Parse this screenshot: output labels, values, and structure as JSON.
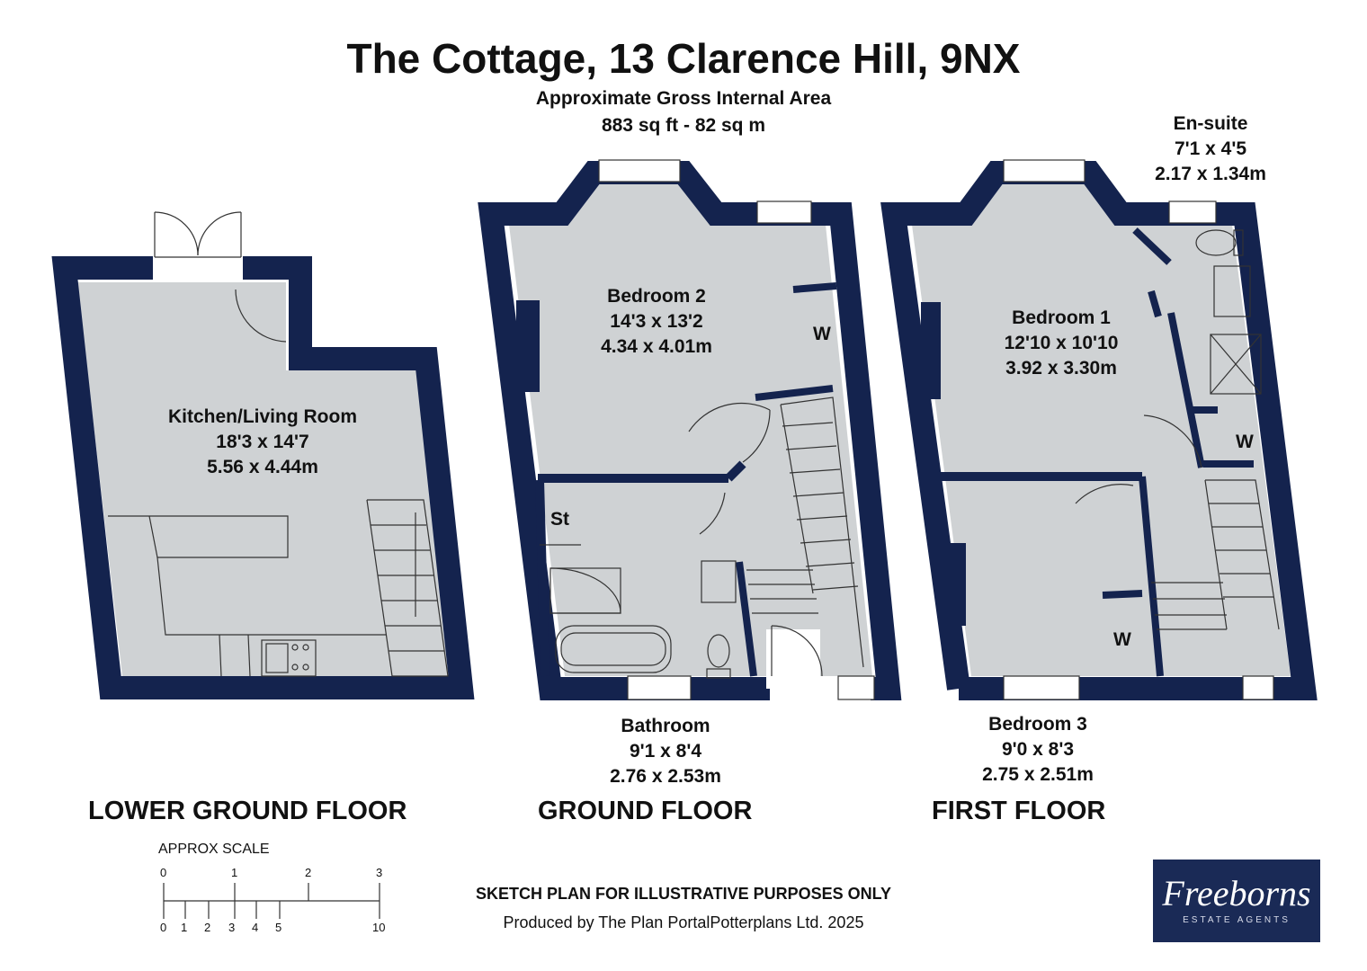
{
  "header": {
    "title": "The Cottage, 13 Clarence Hill, 9NX",
    "area_label": "Approximate Gross Internal Area",
    "area_value": "883 sq ft - 82 sq m"
  },
  "rooms": {
    "kitchen": {
      "name": "Kitchen/Living Room",
      "imperial": "18'3 x 14'7",
      "metric": "5.56 x 4.44m"
    },
    "bedroom2": {
      "name": "Bedroom 2",
      "imperial": "14'3 x 13'2",
      "metric": "4.34 x 4.01m"
    },
    "bathroom": {
      "name": "Bathroom",
      "imperial": "9'1 x 8'4",
      "metric": "2.76 x 2.53m"
    },
    "bedroom1": {
      "name": "Bedroom 1",
      "imperial": "12'10 x 10'10",
      "metric": "3.92 x 3.30m"
    },
    "ensuite": {
      "name": "En-suite",
      "imperial": "7'1 x 4'5",
      "metric": "2.17 x 1.34m"
    },
    "bedroom3": {
      "name": "Bedroom 3",
      "imperial": "9'0 x 8'3",
      "metric": "2.75 x 2.51m"
    }
  },
  "small_labels": {
    "wardrobe": "W",
    "store": "St"
  },
  "floors": {
    "lower": "LOWER GROUND FLOOR",
    "ground": "GROUND FLOOR",
    "first": "FIRST FLOOR"
  },
  "scale": {
    "label": "APPROX SCALE",
    "top_ticks": [
      "0",
      "1",
      "2",
      "3"
    ],
    "bottom_ticks": [
      "0",
      "1",
      "2",
      "3",
      "4",
      "5",
      "10"
    ]
  },
  "footer": {
    "disclaimer": "SKETCH PLAN FOR ILLUSTRATIVE PURPOSES ONLY",
    "producer": "Produced by The Plan PortalPotterplans Ltd. 2025"
  },
  "logo": {
    "name": "Freeborns",
    "tagline": "ESTATE AGENTS"
  },
  "colors": {
    "wall": "#14234e",
    "floor": "#cfd2d4",
    "logo_bg": "#1a2a56"
  }
}
